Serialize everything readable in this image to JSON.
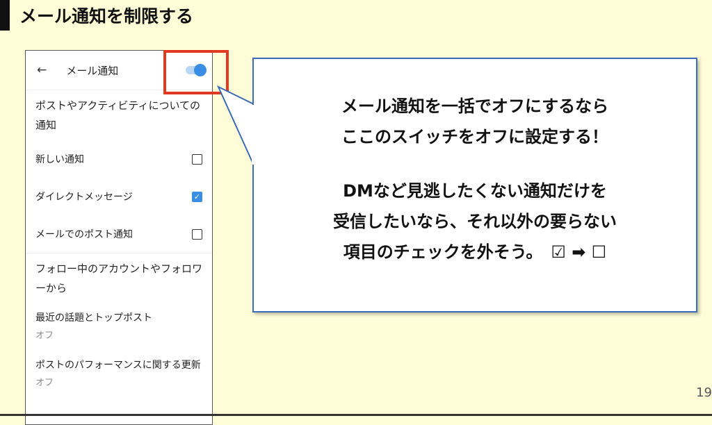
{
  "slide_title": "メール通知を制限する",
  "phone": {
    "header_title": "メール通知",
    "back_icon": "←",
    "toggle_on": true,
    "section1": "ポストやアクティビティについての通知",
    "rows": [
      {
        "label": "新しい通知",
        "checked": false
      },
      {
        "label": "ダイレクトメッセージ",
        "checked": true
      },
      {
        "label": "メールでのポスト通知",
        "checked": false
      }
    ],
    "section2": "フォロー中のアカウントやフォロワーから",
    "items": [
      {
        "label": "最近の話題とトップポスト",
        "value": "オフ"
      },
      {
        "label": "ポストのパフォーマンスに関する更新",
        "value": "オフ"
      }
    ]
  },
  "callout": {
    "line1": "メール通知を一括でオフにするなら",
    "line2": "ここのスイッチをオフに設定する！",
    "line3": "DMなど見逃したくない通知だけを",
    "line4": "受信したいなら、それ以外の要らない",
    "line5": "項目のチェックを外そう。　☑ ➡ ☐"
  },
  "page_number": "19"
}
